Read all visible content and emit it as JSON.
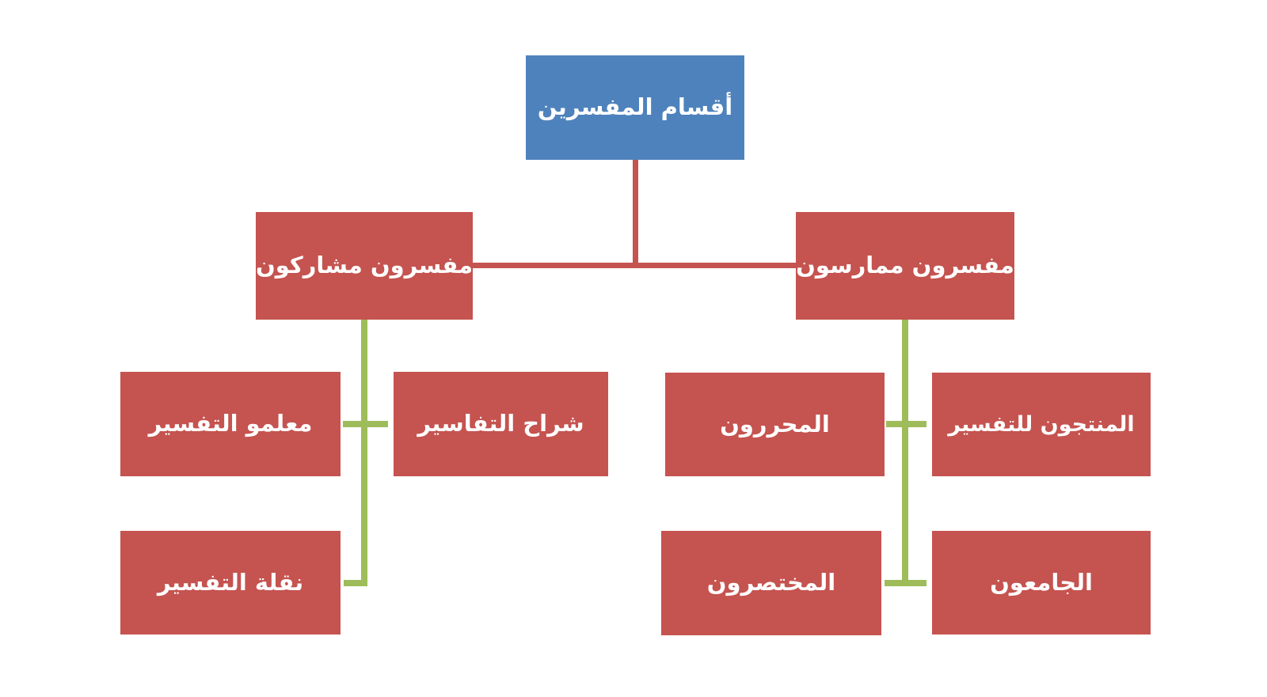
{
  "diagram": {
    "type": "org-chart",
    "title": "أقسام المفسرين",
    "root": {
      "label": "أقسام المفسرين"
    },
    "branches": [
      {
        "label": "مفسرون مشاركون",
        "children": [
          {
            "label": "شراح التفاسير"
          },
          {
            "label": "معلمو التفسير"
          },
          {
            "label": "نقلة التفسير"
          }
        ]
      },
      {
        "label": "مفسرون ممارسون",
        "children": [
          {
            "label": "المنتجون للتفسير"
          },
          {
            "label": "المحررون"
          },
          {
            "label": "الجامعون"
          },
          {
            "label": "المختصرون"
          }
        ]
      }
    ],
    "colors": {
      "root_fill": "#4E82BC",
      "node_fill": "#C5534F",
      "connector_primary": "#C5534F",
      "connector_secondary": "#9EBC5A",
      "text": "#FFFFFF",
      "background": "#FFFFFF"
    }
  }
}
